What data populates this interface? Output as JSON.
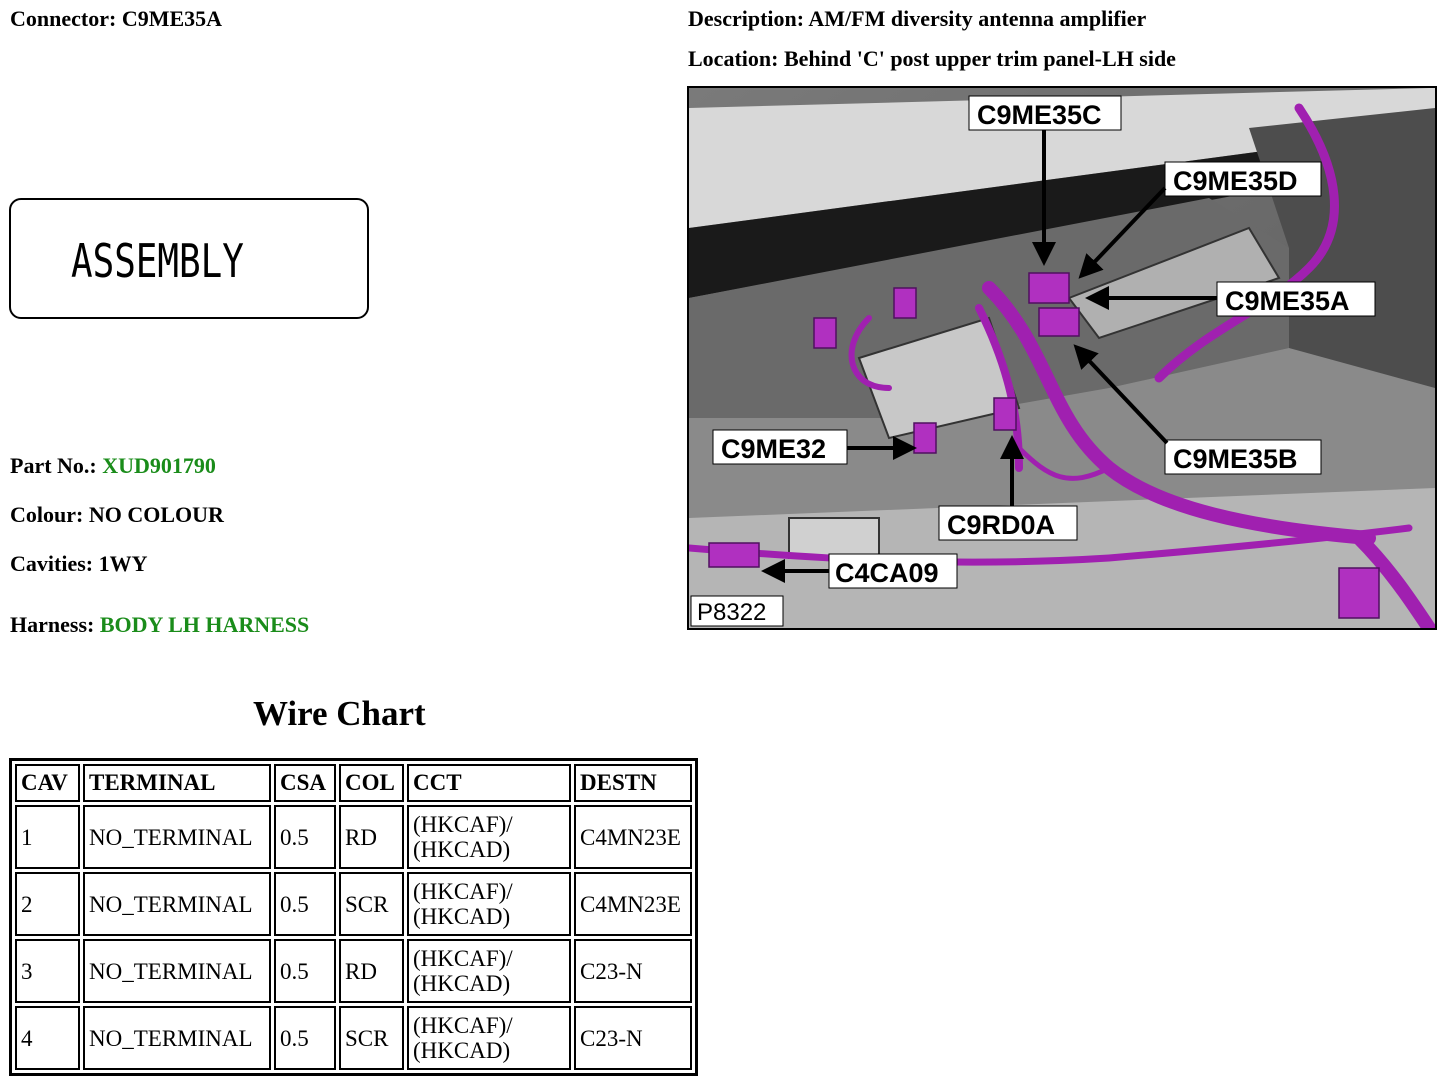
{
  "connector": {
    "label": "Connector:",
    "value": "C9ME35A"
  },
  "description": {
    "label": "Description:",
    "value": "AM/FM diversity antenna amplifier"
  },
  "location": {
    "label": "Location:",
    "value": "Behind 'C' post upper trim panel-LH side"
  },
  "assembly": {
    "text": "ASSEMBLY"
  },
  "part_no": {
    "label": "Part No.:",
    "value": "XUD901790"
  },
  "colour": {
    "label": "Colour:",
    "value": "NO COLOUR"
  },
  "cavities": {
    "label": "Cavities:",
    "value": "1WY"
  },
  "harness": {
    "label": "Harness:",
    "value": "BODY LH HARNESS"
  },
  "wire_chart": {
    "title": "Wire Chart",
    "headers": [
      "CAV",
      "TERMINAL",
      "CSA",
      "COL",
      "CCT",
      "DESTN"
    ],
    "rows": [
      {
        "cav": "1",
        "terminal": "NO_TERMINAL",
        "csa": "0.5",
        "col": "RD",
        "cct_line1": "(HKCAF)/",
        "cct_line2": "(HKCAD)",
        "destn": "C4MN23E"
      },
      {
        "cav": "2",
        "terminal": "NO_TERMINAL",
        "csa": "0.5",
        "col": "SCR",
        "cct_line1": "(HKCAF)/",
        "cct_line2": "(HKCAD)",
        "destn": "C4MN23E"
      },
      {
        "cav": "3",
        "terminal": "NO_TERMINAL",
        "csa": "0.5",
        "col": "RD",
        "cct_line1": "(HKCAF)/",
        "cct_line2": "(HKCAD)",
        "destn": "C23-N"
      },
      {
        "cav": "4",
        "terminal": "NO_TERMINAL",
        "csa": "0.5",
        "col": "SCR",
        "cct_line1": "(HKCAF)/",
        "cct_line2": "(HKCAD)",
        "destn": "C23-N"
      }
    ]
  },
  "picture": {
    "callouts": {
      "c9me35c": "C9ME35C",
      "c9me35d": "C9ME35D",
      "c9me35a": "C9ME35A",
      "c9me35b": "C9ME35B",
      "c9me32": "C9ME32",
      "c9rd0a": "C9RD0A",
      "c4ca09": "C4CA09"
    },
    "figure_id": "P8322"
  },
  "colors": {
    "green_text": "#1a8c1a",
    "harness_purple": "#a020b0"
  }
}
